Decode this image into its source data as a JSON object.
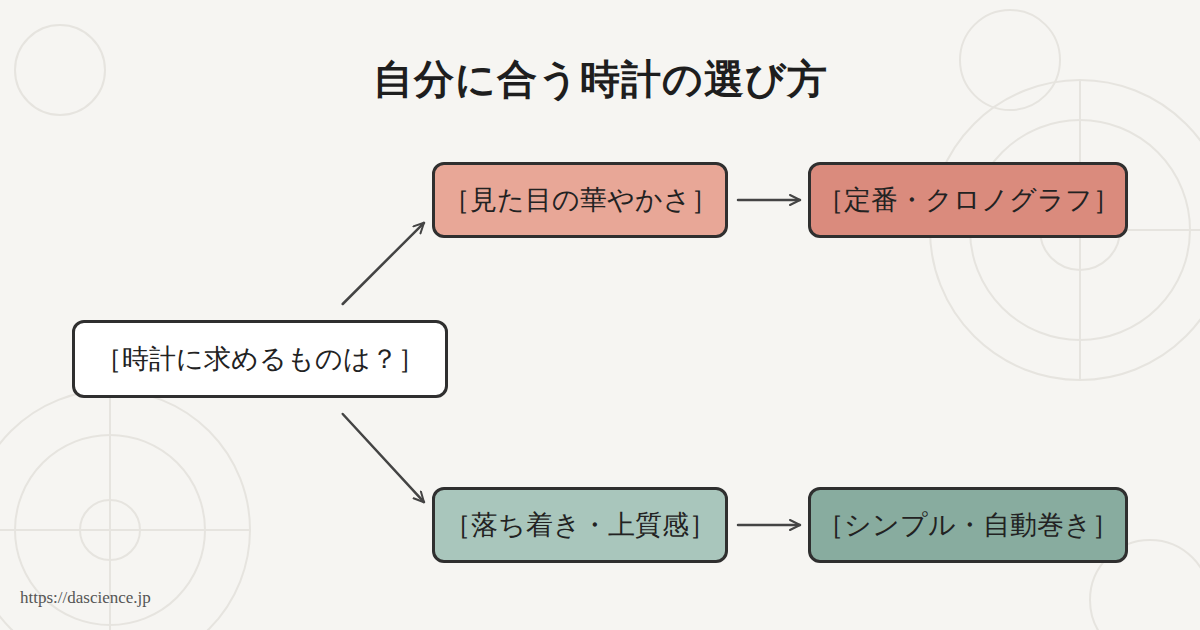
{
  "diagram": {
    "title": "自分に合う時計の選び方",
    "nodes": [
      {
        "text": [
          "［時計に求めるものは？］"
        ]
      },
      {
        "text": [
          "［見た目の華やかさ］"
        ]
      },
      {
        "text": [
          "［定番・クロノグラフ］"
        ]
      },
      {
        "text": [
          "［落ち着き・上質感］"
        ]
      },
      {
        "text": [
          "［シンプル・自動巻き］"
        ]
      }
    ],
    "edges": [
      {
        "from": 0,
        "to": 1,
        "arrow": "to"
      },
      {
        "from": 1,
        "to": 2,
        "arrow": "to"
      },
      {
        "from": 0,
        "to": 3,
        "arrow": "to"
      },
      {
        "from": 3,
        "to": 4,
        "arrow": "to"
      }
    ],
    "labels": [
      "https://dascience.jp"
    ]
  }
}
